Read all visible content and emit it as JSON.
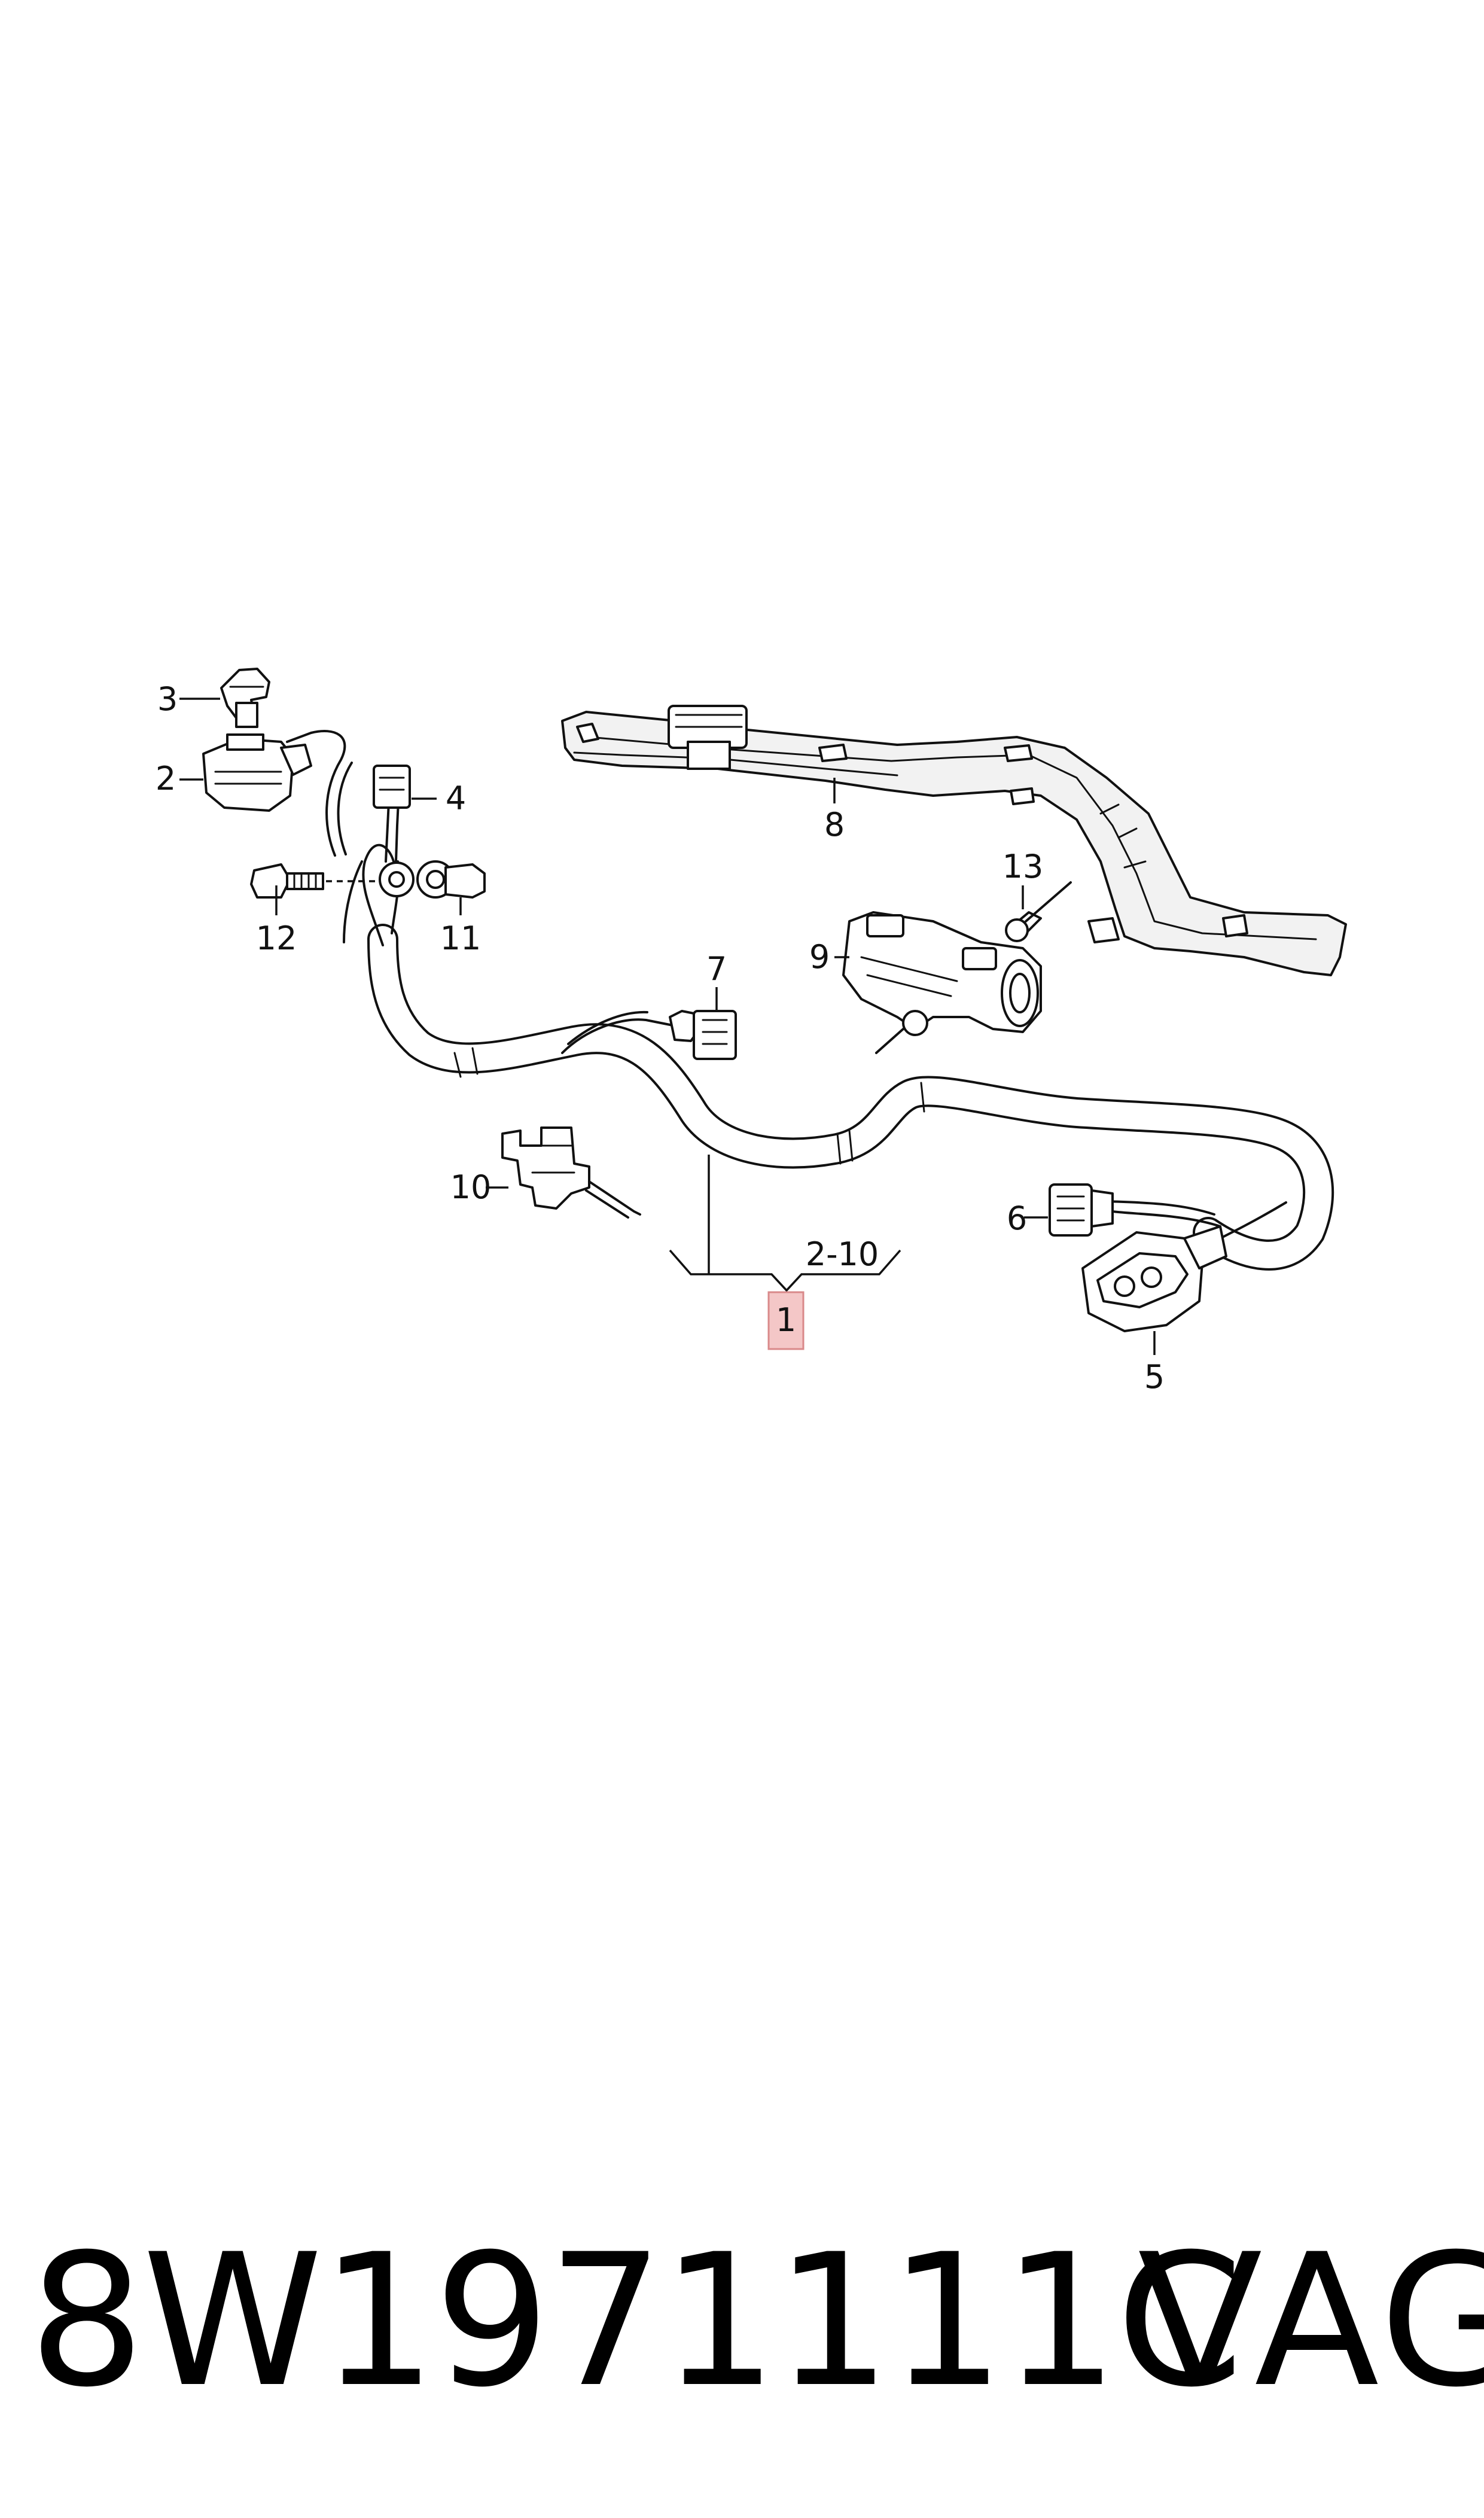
{
  "diagram": {
    "callouts": {
      "c1": "1",
      "c2": "2",
      "c3": "3",
      "c4": "4",
      "c5": "5",
      "c6": "6",
      "c7": "7",
      "c8": "8",
      "c9": "9",
      "c10": "10",
      "c11": "11",
      "c12": "12",
      "c13": "13",
      "range": "2-10"
    },
    "highlight_color": "#f4c7c7",
    "highlight_border": "#d9898a"
  },
  "footer": {
    "part_number": "8W1971111C",
    "brand": "VAG"
  }
}
